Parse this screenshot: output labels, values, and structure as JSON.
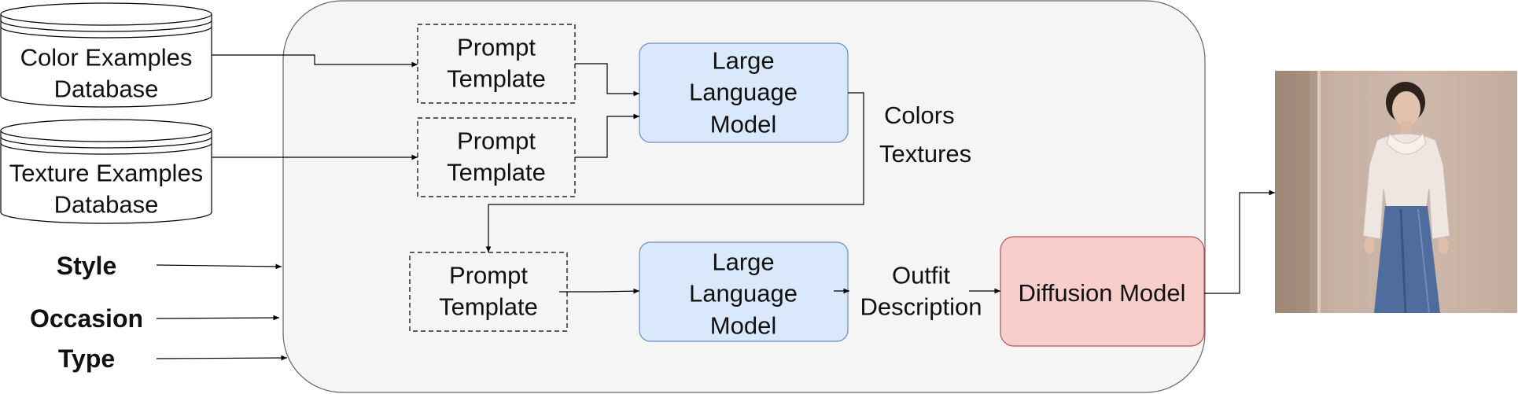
{
  "databases": {
    "color": {
      "line1": "Color Examples",
      "line2": "Database"
    },
    "texture": {
      "line1": "Texture Examples",
      "line2": "Database"
    }
  },
  "inputs": {
    "style": "Style",
    "occasion": "Occasion",
    "type": "Type"
  },
  "prompt_template": {
    "line1": "Prompt",
    "line2": "Template"
  },
  "llm": {
    "line1": "Large",
    "line2": "Language",
    "line3": "Model"
  },
  "outputs": {
    "colors": "Colors",
    "textures": "Textures",
    "outfit_line1": "Outfit",
    "outfit_line2": "Description"
  },
  "diffusion": {
    "label": "Diffusion Model"
  },
  "colors": {
    "llm_fill": "#dae8fc",
    "llm_stroke": "#6c8ebf",
    "diffusion_fill": "#f8cecc",
    "diffusion_stroke": "#b85450",
    "panel_fill": "#f5f5f5",
    "panel_stroke": "#666666"
  }
}
